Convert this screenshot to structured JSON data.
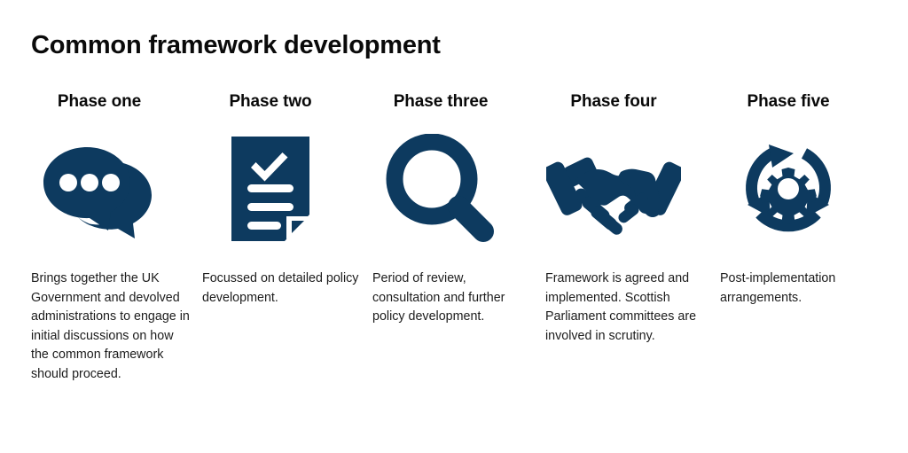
{
  "title": "Common framework development",
  "theme": {
    "background": "#ffffff",
    "icon_navy": "#0d3a5f",
    "title_color": "#0a0a0a",
    "body_color": "#1c1c1c"
  },
  "phases": [
    {
      "heading": "Phase one",
      "icon": "speech-bubbles-icon",
      "body": "Brings together the UK Government and devolved administrations to engage in initial discussions on how the common framework should proceed."
    },
    {
      "heading": "Phase two",
      "icon": "document-checkmark-icon",
      "body": "Focussed on detailed policy development."
    },
    {
      "heading": "Phase three",
      "icon": "magnifying-glass-icon",
      "body": "Period of review, consultation and further policy development."
    },
    {
      "heading": "Phase four",
      "icon": "handshake-icon",
      "body": "Framework is agreed and implemented. Scottish Parliament committees are involved in scrutiny."
    },
    {
      "heading": "Phase five",
      "icon": "gear-cycle-icon",
      "body": "Post-implementation arrangements."
    }
  ]
}
